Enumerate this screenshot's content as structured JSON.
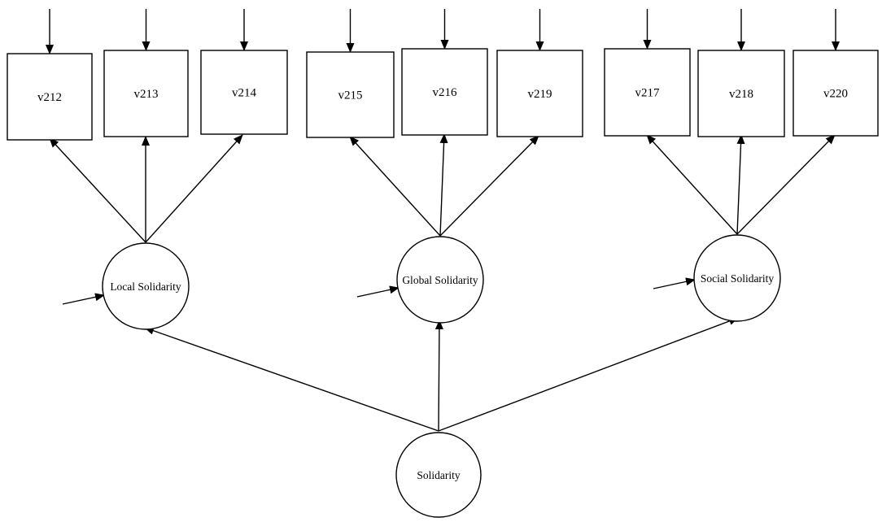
{
  "diagram": {
    "observed": [
      {
        "id": "v212",
        "label": "v212",
        "factor": "local"
      },
      {
        "id": "v213",
        "label": "v213",
        "factor": "local"
      },
      {
        "id": "v214",
        "label": "v214",
        "factor": "local"
      },
      {
        "id": "v215",
        "label": "v215",
        "factor": "global"
      },
      {
        "id": "v216",
        "label": "v216",
        "factor": "global"
      },
      {
        "id": "v219",
        "label": "v219",
        "factor": "global"
      },
      {
        "id": "v217",
        "label": "v217",
        "factor": "social"
      },
      {
        "id": "v218",
        "label": "v218",
        "factor": "social"
      },
      {
        "id": "v220",
        "label": "v220",
        "factor": "social"
      }
    ],
    "latent": [
      {
        "id": "local",
        "label": "Local Solidarity"
      },
      {
        "id": "global",
        "label": "Global Solidarity"
      },
      {
        "id": "social",
        "label": "Social Solidarity"
      },
      {
        "id": "solidarity",
        "label": "Solidarity"
      }
    ],
    "paths": [
      {
        "from": "solidarity",
        "to": "local"
      },
      {
        "from": "solidarity",
        "to": "global"
      },
      {
        "from": "solidarity",
        "to": "social"
      },
      {
        "from": "local",
        "to": "v212"
      },
      {
        "from": "local",
        "to": "v213"
      },
      {
        "from": "local",
        "to": "v214"
      },
      {
        "from": "global",
        "to": "v215"
      },
      {
        "from": "global",
        "to": "v216"
      },
      {
        "from": "global",
        "to": "v219"
      },
      {
        "from": "social",
        "to": "v217"
      },
      {
        "from": "social",
        "to": "v218"
      },
      {
        "from": "social",
        "to": "v220"
      }
    ],
    "colors": {
      "stroke": "#000000",
      "background": "#ffffff"
    }
  }
}
